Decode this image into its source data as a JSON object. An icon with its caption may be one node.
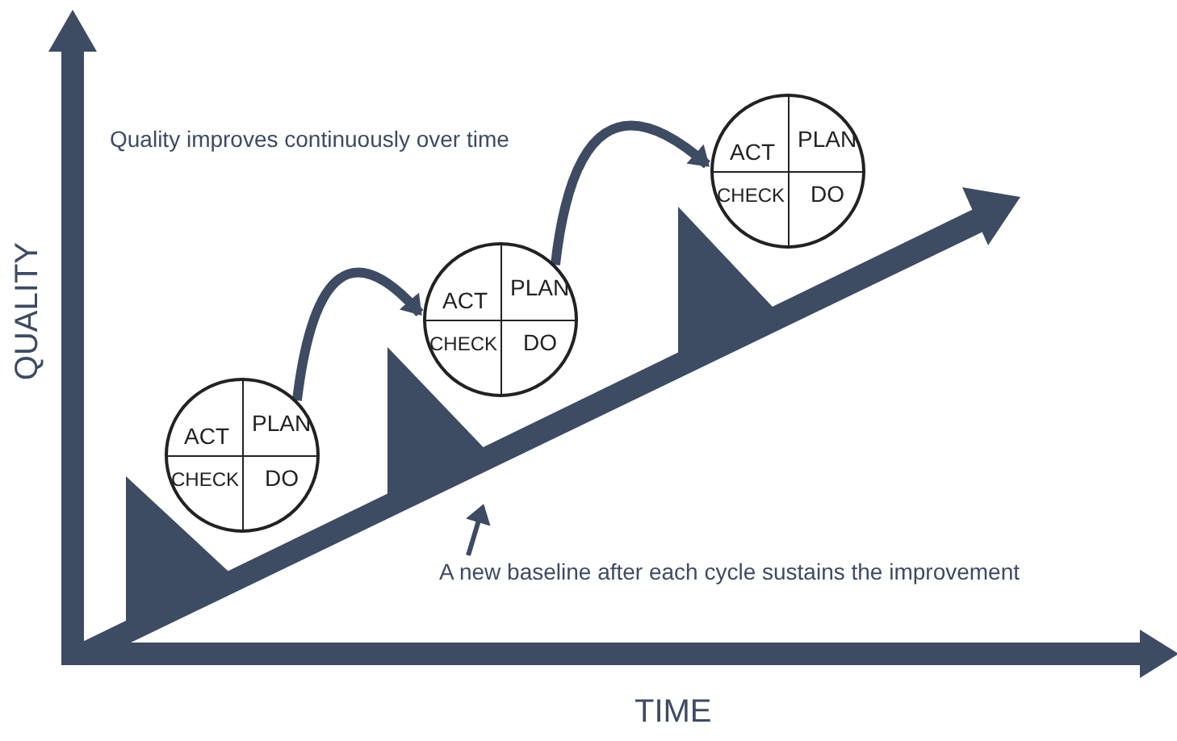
{
  "diagram": {
    "nodes": [
      {
        "text": [
          "ACT",
          "PLAN",
          "CHECK",
          "DO"
        ]
      },
      {
        "text": [
          "ACT",
          "PLAN",
          "CHECK",
          "DO"
        ]
      },
      {
        "text": [
          "ACT",
          "PLAN",
          "CHECK",
          "DO"
        ]
      },
      {
        "text": [
          "A new baseline after each cycle sustains the improvement"
        ]
      }
    ],
    "edges": [
      {
        "from": 0,
        "to": 1,
        "arrow": "to"
      },
      {
        "from": 1,
        "to": 2,
        "arrow": "to"
      },
      {
        "from": 3,
        "to": null,
        "arrow": "to"
      }
    ],
    "labels": [
      "Quality improves continuously over time",
      "QUALITY",
      "TIME"
    ]
  }
}
